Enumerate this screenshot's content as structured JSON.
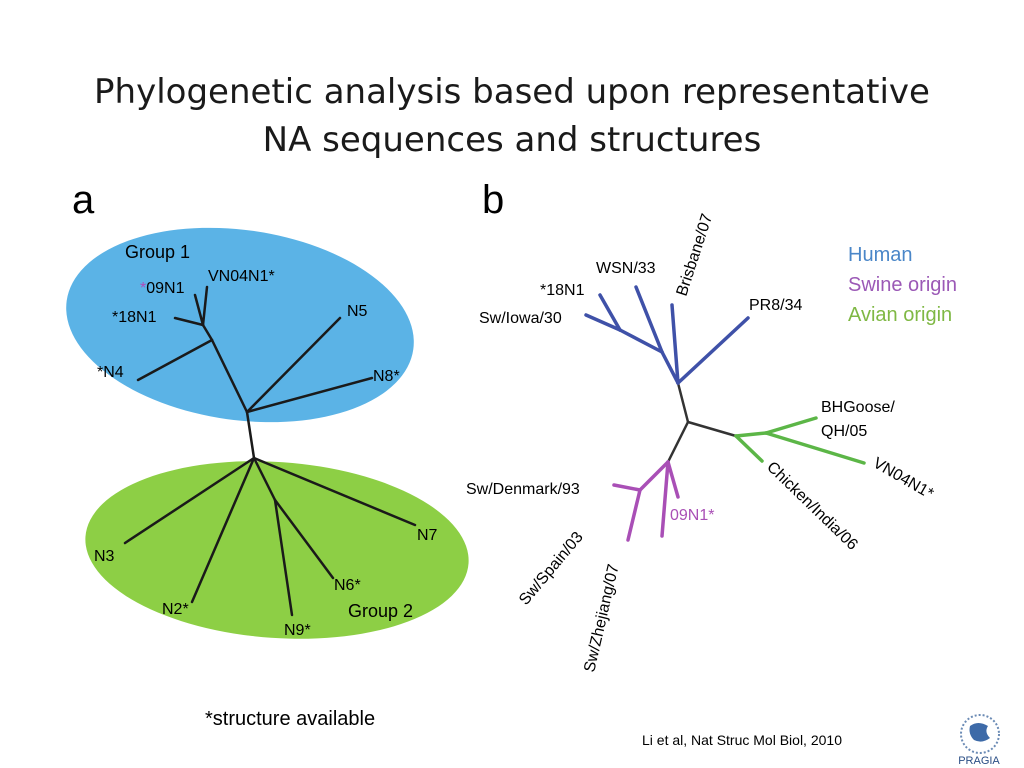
{
  "title": {
    "line1": "Phylogenetic analysis based upon representative",
    "line2": "NA sequences and structures"
  },
  "panel_a": {
    "label": "a",
    "group1_label": "Group 1",
    "group2_label": "Group 2",
    "group1_color": "#5bb3e6",
    "group2_color": "#8dcf45",
    "leaves": {
      "n09n1_star": "*",
      "n09n1_name": "09N1",
      "vn04n1": "VN04N1*",
      "n18n1": "*18N1",
      "n5": "N5",
      "n4": "*N4",
      "n8": "N8*",
      "n7": "N7",
      "n3": "N3",
      "n6": "N6*",
      "n2": "N2*",
      "n9": "N9*"
    }
  },
  "panel_b": {
    "label": "b",
    "leaves": {
      "wsn33": "WSN/33",
      "brisbane07": "Brisbane/07",
      "n18n1": "*18N1",
      "swiowa30": "Sw/Iowa/30",
      "pr834": "PR8/34",
      "bhgoose1": "BHGoose/",
      "bhgoose2": "QH/05",
      "vn04n1": "VN04N1*",
      "chicken": "Chicken/India/06",
      "swdenmark": "Sw/Denmark/93",
      "n09n1": "09N1*",
      "swspain": "Sw/Spain/03",
      "swzhejiang": "Sw/Zhejiang/07"
    },
    "colors": {
      "human": "#3f51a8",
      "swine": "#a94fb6",
      "avian": "#5cb647",
      "trunk": "#333333"
    }
  },
  "legend": {
    "human": "Human",
    "swine": "Swine origin",
    "avian": "Avian origin",
    "human_color": "#4a86c8",
    "swine_color": "#9b59b6",
    "avian_color": "#7fb844"
  },
  "footnote": "*structure available",
  "citation": "Li et al, Nat Struc Mol Biol, 2010",
  "logo_text": "PRAGIA"
}
